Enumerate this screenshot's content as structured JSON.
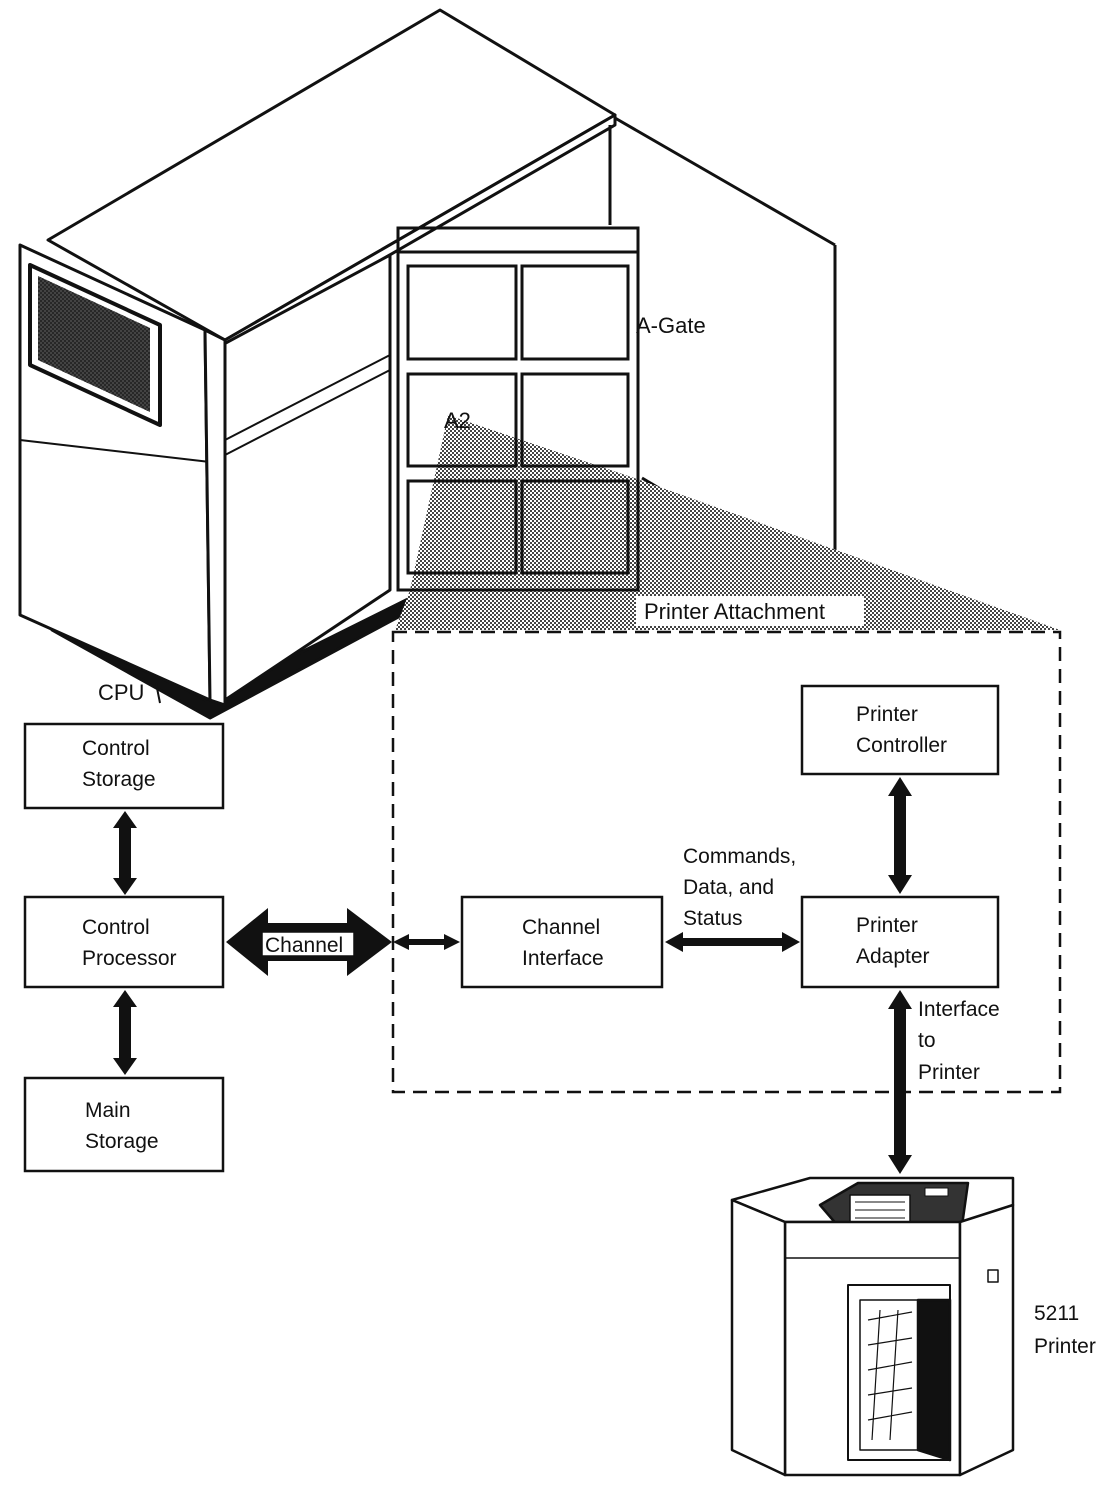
{
  "hardware": {
    "a_gate_label": "A-Gate",
    "a2_label": "A2",
    "cpu_label": "CPU",
    "attachment_label": "Printer Attachment"
  },
  "blocks": {
    "control_storage": [
      "Control",
      "Storage"
    ],
    "control_processor": [
      "Control",
      "Processor"
    ],
    "main_storage": [
      "Main",
      "Storage"
    ],
    "channel_interface": [
      "Channel",
      "Interface"
    ],
    "printer_adapter": [
      "Printer",
      "Adapter"
    ],
    "printer_controller": [
      "Printer",
      "Controller"
    ]
  },
  "connections": {
    "channel_label": "Channel",
    "commands_label": [
      "Commands,",
      "Data, and",
      "Status"
    ],
    "interface_label": [
      "Interface",
      "to",
      "Printer"
    ]
  },
  "printer": {
    "label": [
      "5211",
      "Printer"
    ]
  }
}
